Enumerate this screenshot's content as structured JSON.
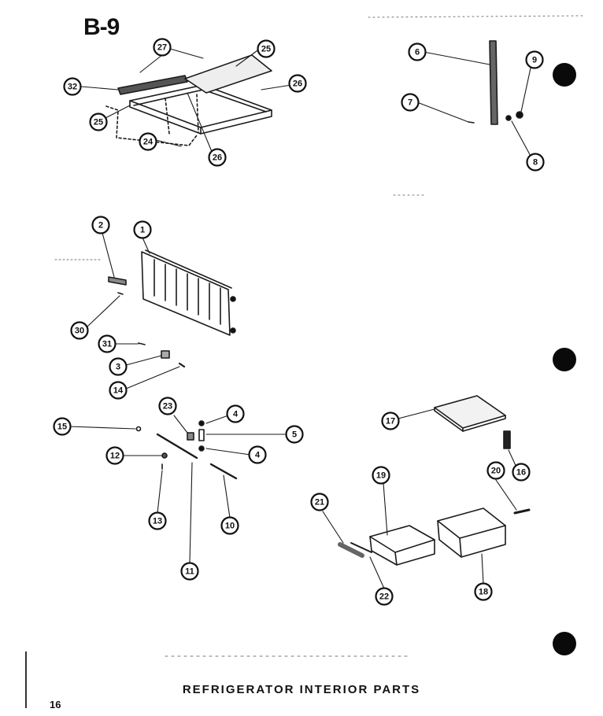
{
  "page_code": "B-9",
  "caption": "REFRIGERATOR INTERIOR PARTS",
  "page_number": "16",
  "callouts": [
    {
      "id": "c27a",
      "label": "27"
    },
    {
      "id": "c25a",
      "label": "25"
    },
    {
      "id": "c32",
      "label": "32"
    },
    {
      "id": "c26a",
      "label": "26"
    },
    {
      "id": "c25b",
      "label": "25"
    },
    {
      "id": "c24",
      "label": "24"
    },
    {
      "id": "c26b",
      "label": "26"
    },
    {
      "id": "c6",
      "label": "6"
    },
    {
      "id": "c9",
      "label": "9"
    },
    {
      "id": "c7",
      "label": "7"
    },
    {
      "id": "c8",
      "label": "8"
    },
    {
      "id": "c2",
      "label": "2"
    },
    {
      "id": "c1",
      "label": "1"
    },
    {
      "id": "c30",
      "label": "30"
    },
    {
      "id": "c31",
      "label": "31"
    },
    {
      "id": "c3",
      "label": "3"
    },
    {
      "id": "c14",
      "label": "14"
    },
    {
      "id": "c23",
      "label": "23"
    },
    {
      "id": "c4a",
      "label": "4"
    },
    {
      "id": "c5",
      "label": "5"
    },
    {
      "id": "c15",
      "label": "15"
    },
    {
      "id": "c12",
      "label": "12"
    },
    {
      "id": "c4b",
      "label": "4"
    },
    {
      "id": "c13",
      "label": "13"
    },
    {
      "id": "c10",
      "label": "10"
    },
    {
      "id": "c11",
      "label": "11"
    },
    {
      "id": "c17",
      "label": "17"
    },
    {
      "id": "c16",
      "label": "16"
    },
    {
      "id": "c20",
      "label": "20"
    },
    {
      "id": "c19",
      "label": "19"
    },
    {
      "id": "c21",
      "label": "21"
    },
    {
      "id": "c22",
      "label": "22"
    },
    {
      "id": "c18",
      "label": "18"
    }
  ]
}
